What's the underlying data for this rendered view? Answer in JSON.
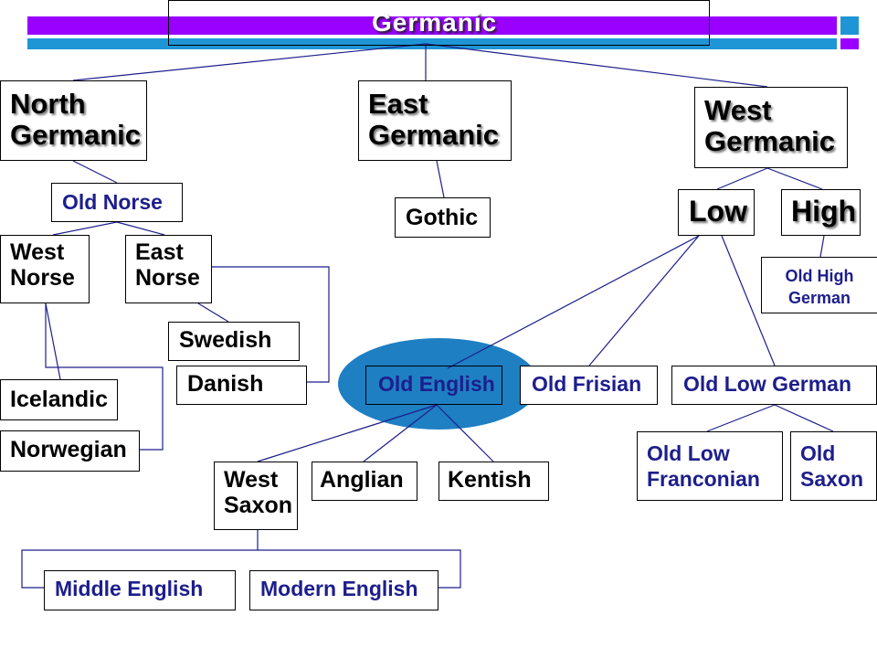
{
  "colors": {
    "banner_purple": "#9900ff",
    "banner_cyan": "#1e96d6",
    "highlight": "#1e7fc3",
    "label_dark_blue": "#1d1e8c"
  },
  "root": {
    "label": "Germanic"
  },
  "branches": {
    "north": {
      "line1": "North",
      "line2": "Germanic"
    },
    "east": {
      "line1": "East",
      "line2": "Germanic"
    },
    "west": {
      "line1": "West",
      "line2": "Germanic"
    }
  },
  "nodes": {
    "old_norse": "Old Norse",
    "gothic": "Gothic",
    "low": "Low",
    "high": "High",
    "west_norse": {
      "line1": "West",
      "line2": "Norse"
    },
    "east_norse": {
      "line1": "East",
      "line2": "Norse"
    },
    "old_high_german": {
      "line1": "Old High",
      "line2": "German"
    },
    "swedish": "Swedish",
    "danish": "Danish",
    "icelandic": "Icelandic",
    "norwegian": "Norwegian",
    "old_english": "Old English",
    "old_frisian": "Old Frisian",
    "old_low_german": "Old Low German",
    "old_low_franconian": {
      "line1": "Old Low",
      "line2": "Franconian"
    },
    "old_saxon": {
      "line1": "Old",
      "line2": "Saxon"
    },
    "west_saxon": {
      "line1": "West",
      "line2": "Saxon"
    },
    "anglian": "Anglian",
    "kentish": "Kentish",
    "middle_english": "Middle English",
    "modern_english": "Modern English"
  }
}
